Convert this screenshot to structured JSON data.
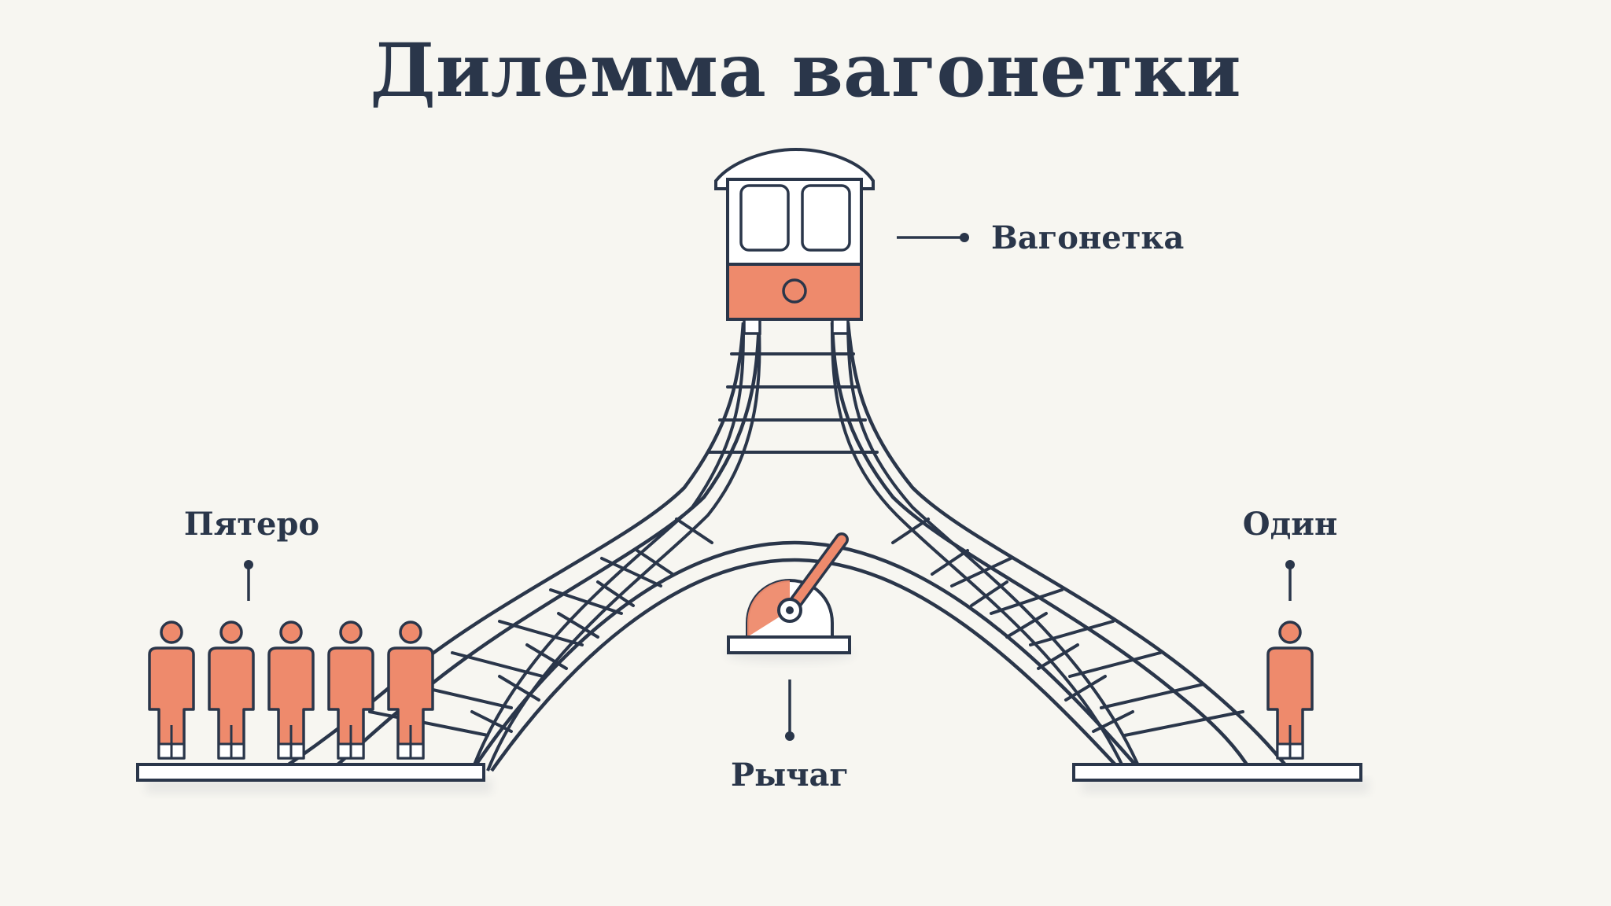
{
  "title": "Дилемма вагонетки",
  "labels": {
    "trolley": "Вагонетка",
    "five": "Пятеро",
    "one": "Один",
    "lever": "Рычаг"
  },
  "counts": {
    "left_track_people": 5,
    "right_track_people": 1
  },
  "colors": {
    "background": "#f7f6f1",
    "ink": "#2a364a",
    "accent": "#ee8a6c",
    "paper": "#ffffff"
  }
}
